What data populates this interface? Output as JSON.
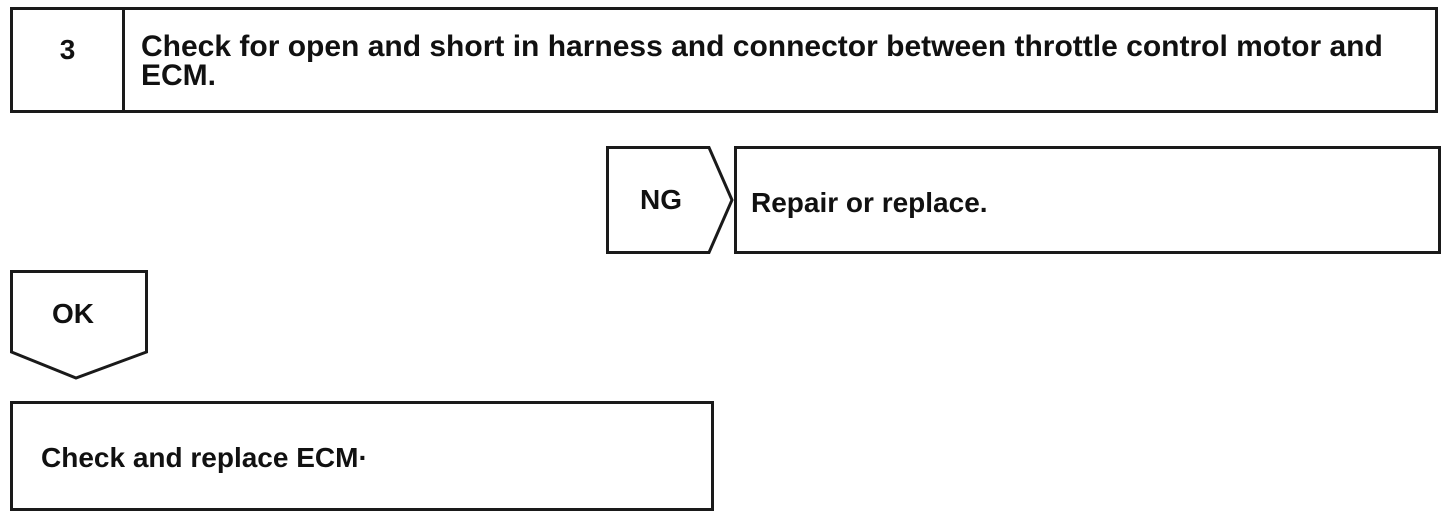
{
  "step": {
    "number": "3",
    "title": "Check for open and short in harness and connector between throttle control motor and ECM."
  },
  "ng_branch": {
    "label": "NG",
    "action": "Repair or replace."
  },
  "ok_branch": {
    "label": "OK",
    "action": "Check and replace ECM·"
  }
}
